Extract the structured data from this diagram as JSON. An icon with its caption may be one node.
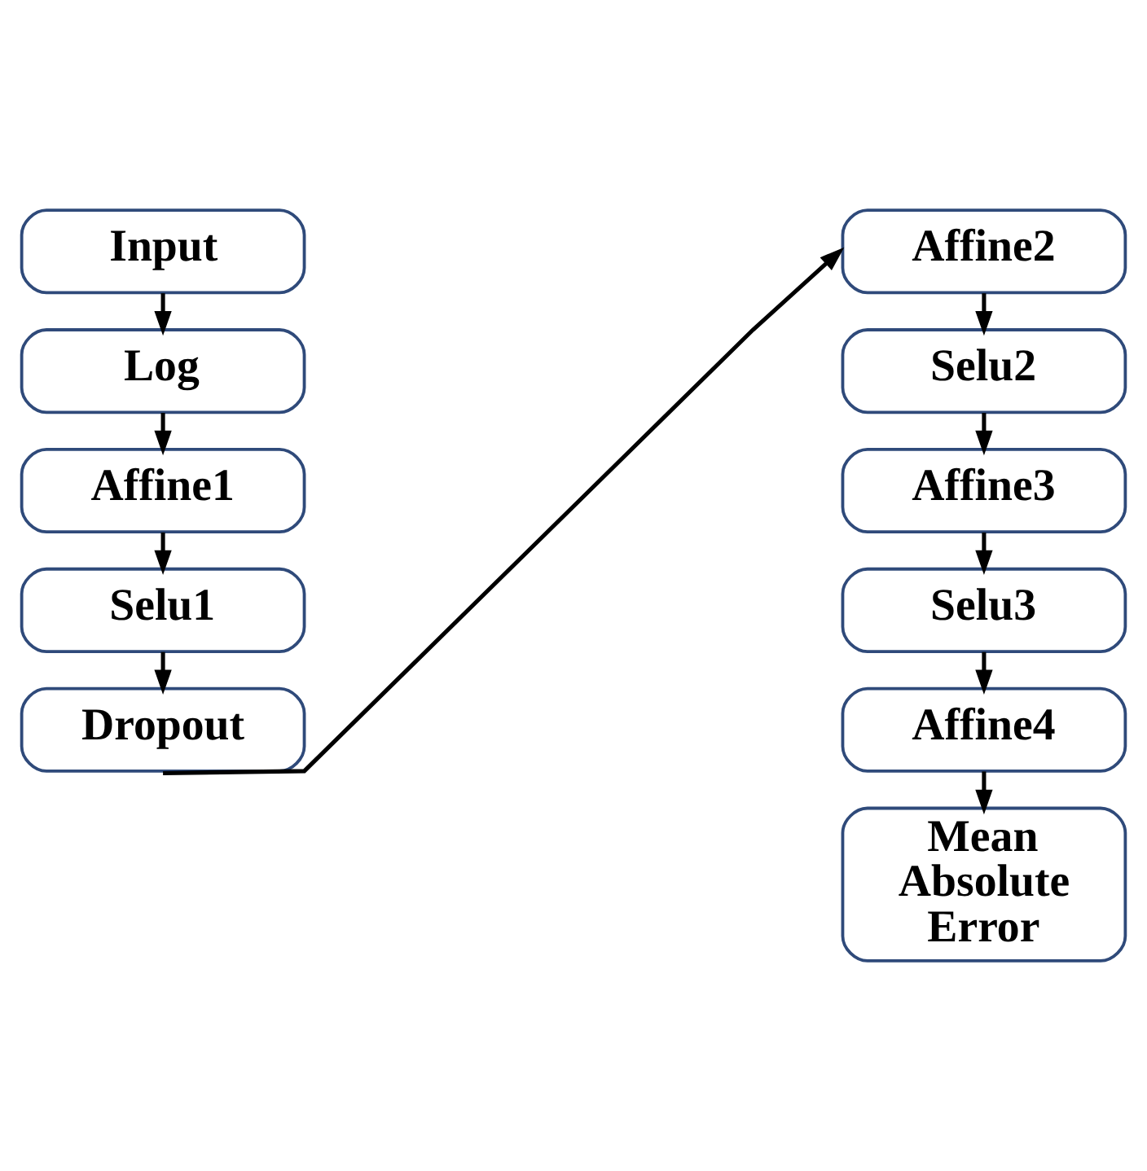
{
  "diagram": {
    "nodes": [
      {
        "text": [
          "Input"
        ]
      },
      {
        "text": [
          "Log"
        ]
      },
      {
        "text": [
          "Affine1"
        ]
      },
      {
        "text": [
          "Selu1"
        ]
      },
      {
        "text": [
          "Dropout"
        ]
      },
      {
        "text": [
          "Affine2"
        ]
      },
      {
        "text": [
          "Selu2"
        ]
      },
      {
        "text": [
          "Affine3"
        ]
      },
      {
        "text": [
          "Selu3"
        ]
      },
      {
        "text": [
          "Affine4"
        ]
      },
      {
        "text": [
          "Mean Absolute Error"
        ]
      }
    ],
    "edges": [
      {
        "from": 0,
        "to": 1,
        "arrow": "to"
      },
      {
        "from": 1,
        "to": 2,
        "arrow": "to"
      },
      {
        "from": 2,
        "to": 3,
        "arrow": "to"
      },
      {
        "from": 3,
        "to": 4,
        "arrow": "to"
      },
      {
        "from": 4,
        "to": 5,
        "arrow": "to"
      },
      {
        "from": 5,
        "to": 6,
        "arrow": "to"
      },
      {
        "from": 6,
        "to": 7,
        "arrow": "to"
      },
      {
        "from": 7,
        "to": 8,
        "arrow": "to"
      },
      {
        "from": 8,
        "to": 9,
        "arrow": "to"
      },
      {
        "from": 9,
        "to": 10,
        "arrow": "to"
      }
    ]
  }
}
